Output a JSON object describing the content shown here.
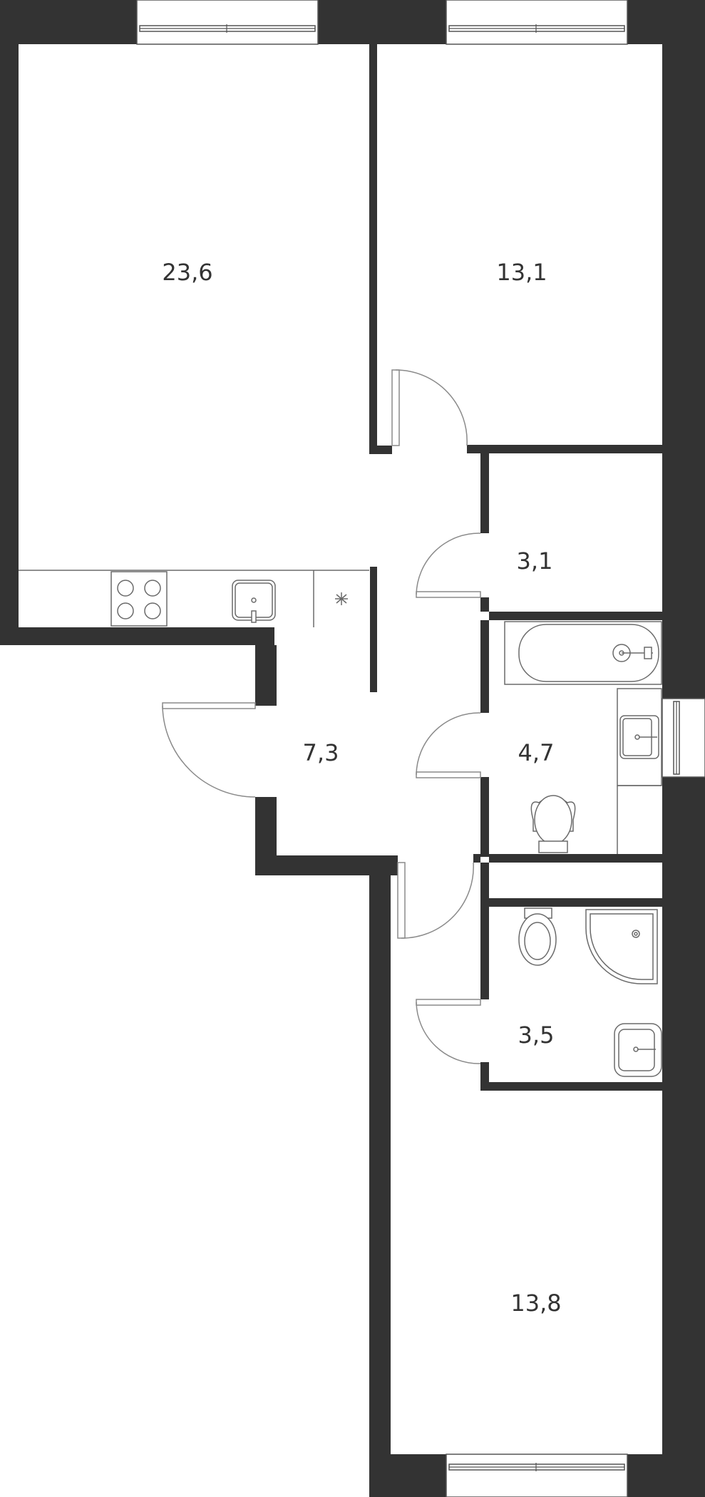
{
  "floor_plan": {
    "rooms": [
      {
        "id": "living-kitchen",
        "area": "23,6"
      },
      {
        "id": "bedroom-1",
        "area": "13,1"
      },
      {
        "id": "storage",
        "area": "3,1"
      },
      {
        "id": "hallway",
        "area": "7,3"
      },
      {
        "id": "bathroom",
        "area": "4,7"
      },
      {
        "id": "toilet",
        "area": "3,5"
      },
      {
        "id": "bedroom-2",
        "area": "13,8"
      }
    ]
  },
  "colors": {
    "wall": "#333333",
    "fixture_stroke": "#6a6a6a",
    "door_stroke": "#8a8a8a",
    "background": "#ffffff"
  }
}
